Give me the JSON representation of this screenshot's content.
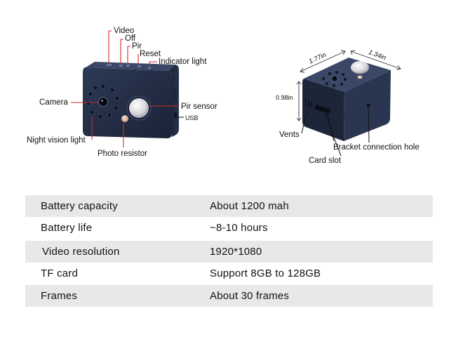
{
  "front_view": {
    "labels": {
      "video": "Video",
      "off": "Off",
      "pir": "Pir",
      "reset": "Reset",
      "indicator_light": "Indicator light",
      "camera": "Camera",
      "pir_sensor": "Pir sensor",
      "usb": "USB",
      "night_vision_light": "Night vision light",
      "photo_resistor": "Photo resistor"
    }
  },
  "back_view": {
    "labels": {
      "length": "1.77in",
      "width": "1.34in",
      "height": "0.98in",
      "vents": "Vents",
      "bracket_connection_hole": "Bracket connection hole",
      "card_slot": "Card slot"
    }
  },
  "specs": [
    {
      "label": "Battery capacity",
      "value": "About 1200 mah"
    },
    {
      "label": "Battery life",
      "value": "~8-10 hours"
    },
    {
      "label": "Video resolution",
      "value": "1920*1080"
    },
    {
      "label": "TF card",
      "value": "Support 8GB to 128GB"
    },
    {
      "label": "Frames",
      "value": "About 30 frames"
    }
  ]
}
